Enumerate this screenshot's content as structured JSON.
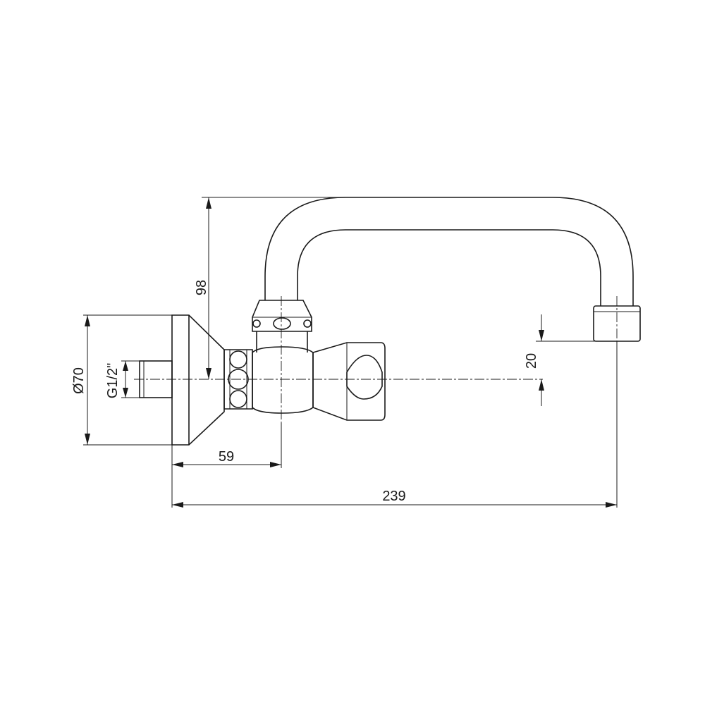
{
  "drawing": {
    "line_color": "#1a1a1a",
    "background": "#ffffff",
    "dimensions": {
      "spout_height": "98",
      "outlet_offset": "20",
      "flange_diameter": "Ø70",
      "thread": "G1/2\"",
      "valve_projection": "59",
      "spout_reach": "239"
    }
  }
}
